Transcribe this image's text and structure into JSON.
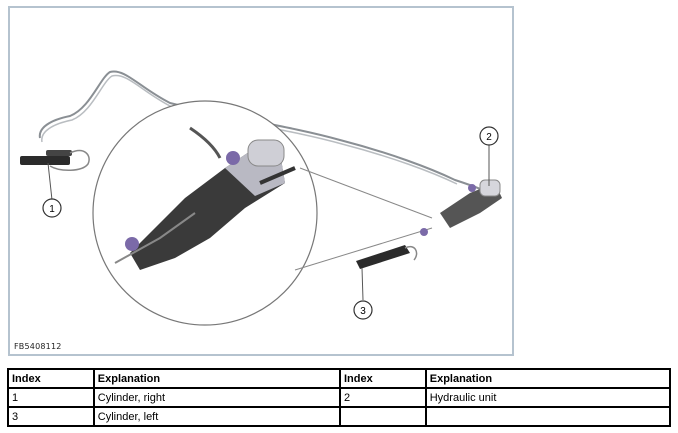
{
  "figure": {
    "code": "FB5408112",
    "callouts": [
      "1",
      "2",
      "3"
    ],
    "icons": [
      "cylinder-right-image",
      "cylinder-left-image",
      "hydraulic-unit-image",
      "hydraulic-line-image",
      "magnified-detail-image"
    ]
  },
  "table": {
    "headers": [
      "Index",
      "Explanation",
      "Index",
      "Explanation"
    ],
    "rows": [
      [
        "1",
        "Cylinder, right",
        "2",
        "Hydraulic unit"
      ],
      [
        "3",
        "Cylinder, left",
        "",
        ""
      ]
    ]
  }
}
